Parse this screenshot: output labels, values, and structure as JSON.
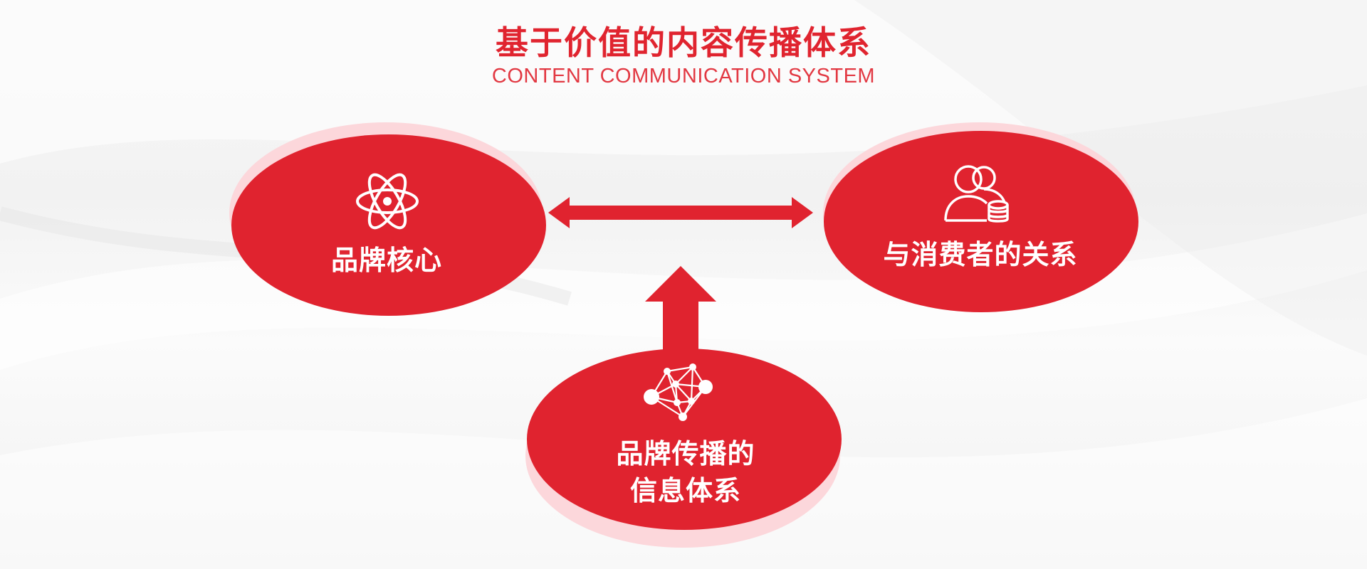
{
  "title": {
    "main": "基于价值的内容传播体系",
    "subtitle": "CONTENT COMMUNICATION SYSTEM"
  },
  "colors": {
    "accent": "#e0232f",
    "shadow": "#fcd7db",
    "text_on_accent": "#ffffff"
  },
  "nodes": [
    {
      "id": "brand-core",
      "label": "品牌核心",
      "icon": "atom-icon"
    },
    {
      "id": "consumer-relation",
      "label": "与消费者的关系",
      "icon": "users-icon"
    },
    {
      "id": "info-system",
      "label_lines": [
        "品牌传播的",
        "信息体系"
      ],
      "icon": "network-icon"
    }
  ],
  "connections": [
    {
      "from": "brand-core",
      "to": "consumer-relation",
      "style": "double-arrow"
    },
    {
      "from": "info-system",
      "to": "brand-core-consumer-link",
      "style": "up-arrow"
    }
  ]
}
